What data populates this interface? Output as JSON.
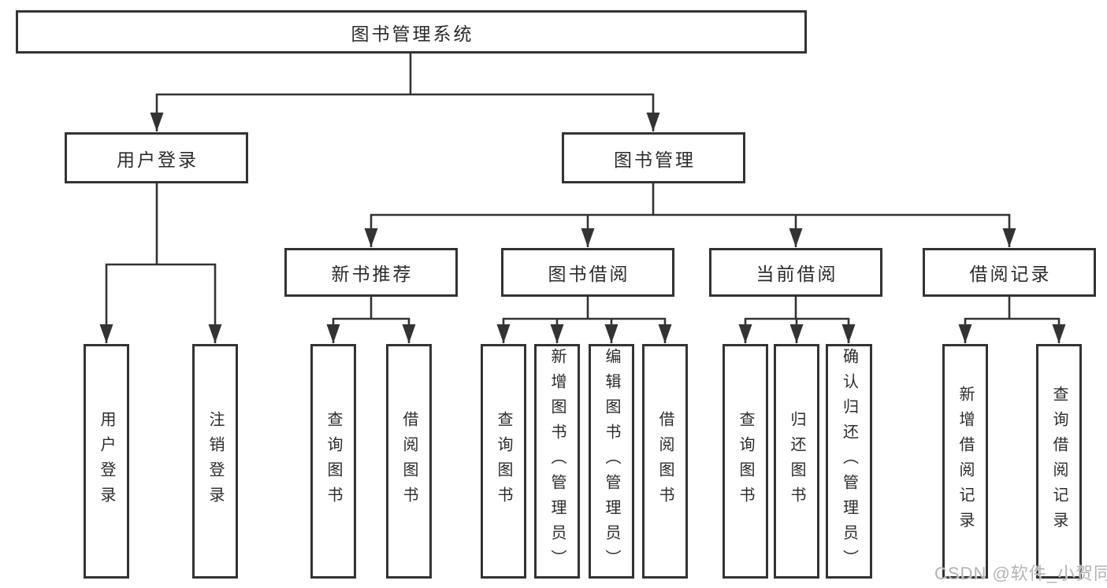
{
  "diagram_type": "hierarchy-tree",
  "tree": {
    "label": "图书管理系统",
    "children": [
      {
        "label": "用户登录",
        "children": [
          {
            "label": "用户登录"
          },
          {
            "label": "注销登录"
          }
        ]
      },
      {
        "label": "图书管理",
        "children": [
          {
            "label": "新书推荐",
            "children": [
              {
                "label": "查询图书"
              },
              {
                "label": "借阅图书"
              }
            ]
          },
          {
            "label": "图书借阅",
            "children": [
              {
                "label": "查询图书"
              },
              {
                "label": "新增图书（管理员）"
              },
              {
                "label": "编辑图书（管理员）"
              },
              {
                "label": "借阅图书"
              }
            ]
          },
          {
            "label": "当前借阅",
            "children": [
              {
                "label": "查询图书"
              },
              {
                "label": "归还图书"
              },
              {
                "label": "确认归还（管理员）"
              }
            ]
          },
          {
            "label": "借阅记录",
            "children": [
              {
                "label": "新增借阅记录"
              },
              {
                "label": "查询借阅记录"
              }
            ]
          }
        ]
      }
    ]
  },
  "watermark": {
    "text": "CSDN @软件_小贺同学"
  },
  "colors": {
    "line": "#333333",
    "text": "#2b2b2b",
    "box_background": "#ffffff",
    "watermark": "#b3b3b3"
  }
}
